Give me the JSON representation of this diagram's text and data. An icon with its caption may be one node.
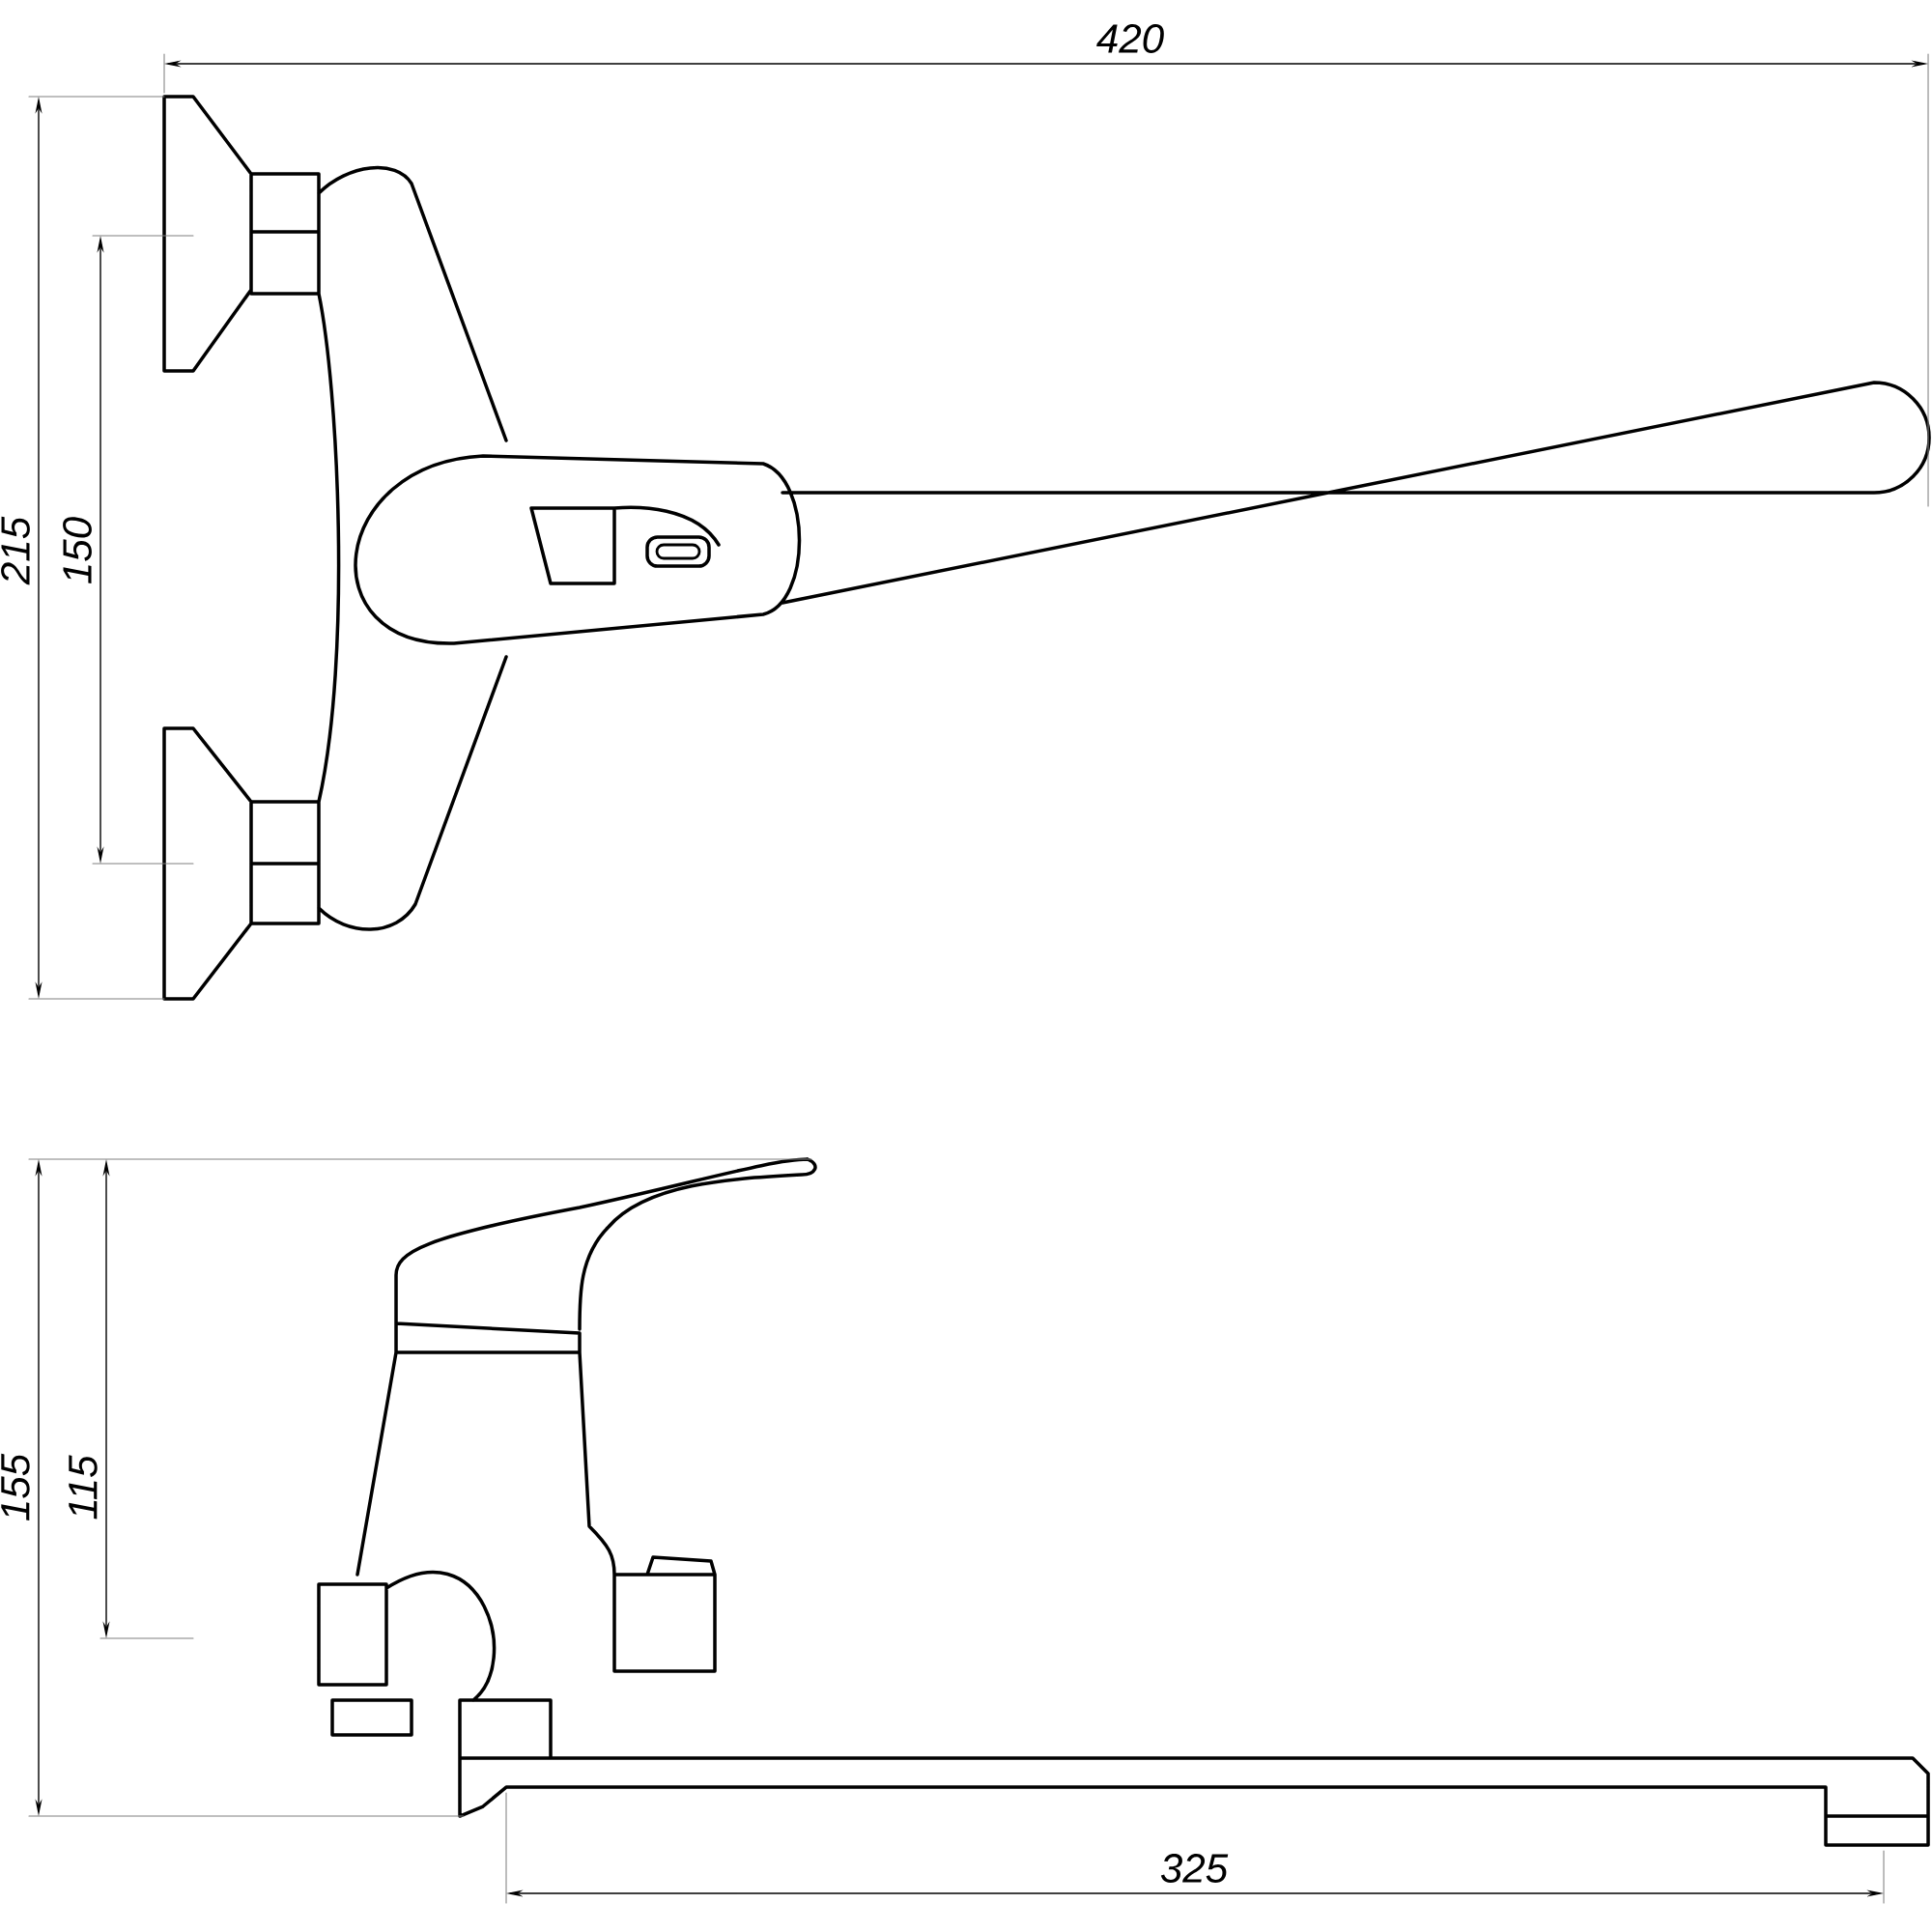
{
  "diagram": {
    "labels": [
      "420",
      "215",
      "150",
      "155",
      "115",
      "325"
    ]
  }
}
